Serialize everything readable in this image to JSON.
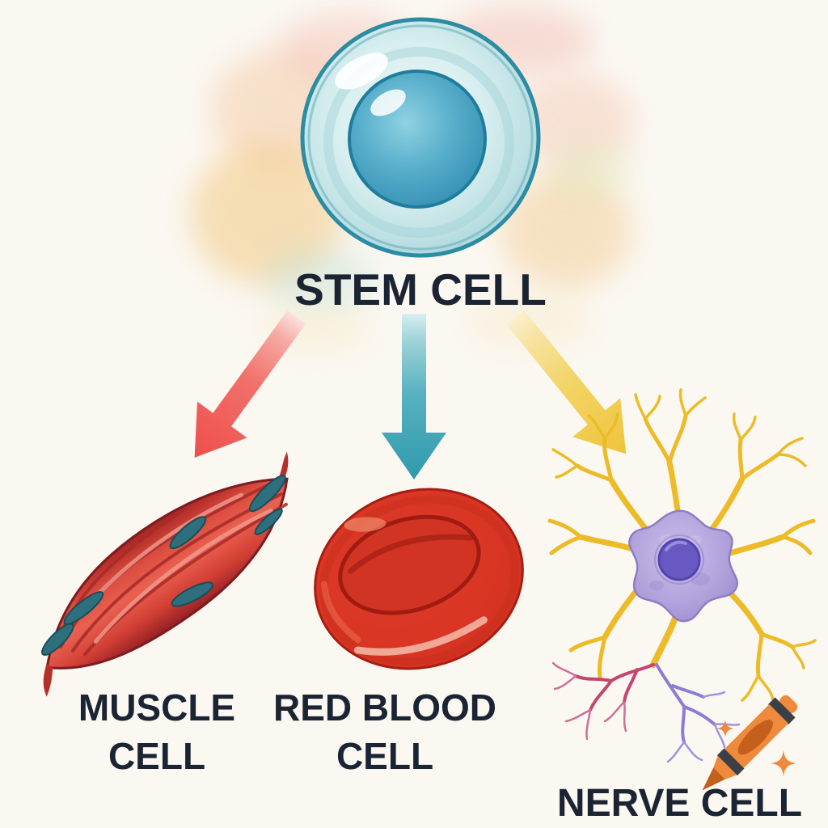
{
  "diagram": {
    "title": "STEM CELL",
    "description_style": "watercolor educational diagram of stem cell differentiation",
    "cells": {
      "stem": {
        "label": "STEM CELL"
      },
      "muscle": {
        "line1": "MUSCLE",
        "line2": "CELL"
      },
      "red_blood": {
        "line1": "RED BLOOD",
        "line2": "CELL"
      },
      "nerve": {
        "label": "NERVE CELL"
      }
    },
    "arrows": [
      {
        "from": "STEM CELL",
        "to": "MUSCLE CELL",
        "color": "#EE4F4C",
        "direction": "down-left"
      },
      {
        "from": "STEM CELL",
        "to": "RED BLOOD CELL",
        "color": "#2E9AAC",
        "direction": "down"
      },
      {
        "from": "STEM CELL",
        "to": "NERVE CELL",
        "color": "#EFC43B",
        "direction": "down-right"
      }
    ]
  },
  "icons": {
    "crayon": {
      "name": "crayon-icon",
      "color": "#EF8A3D"
    },
    "sparkles": {
      "name": "sparkle-icon",
      "count": 2,
      "color": "#EF8A3D"
    }
  },
  "palette": {
    "background": "#FBF8F2",
    "label_text": "#1B2433",
    "stem_cell_cytoplasm": "#BFE0E4",
    "stem_cell_membrane": "#2C8CA3",
    "stem_cell_nucleus": "#3F9FBE",
    "arrow_red": "#EE4F4C",
    "arrow_teal": "#2E9AAC",
    "arrow_yellow": "#EFC43B",
    "muscle_red": "#DE4438",
    "muscle_outline": "#7E1B20",
    "muscle_nucleus_teal": "#2E6F7E",
    "rbc_red": "#DC3927",
    "rbc_outline": "#A81D12",
    "nerve_dendrite_gold": "#ECBB27",
    "nerve_soma_lavender": "#B3A4DC",
    "nerve_nucleus_purple": "#6A58C2",
    "nerve_branch_pink": "#C2466F",
    "nerve_branch_purple": "#8F7BD2",
    "crayon_orange": "#EF8A3D",
    "crayon_tip": "#C2601C",
    "crayon_band": "#3B4046"
  }
}
